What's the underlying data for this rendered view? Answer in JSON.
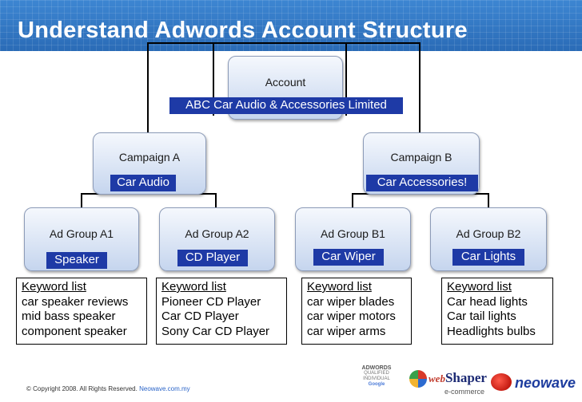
{
  "slide": {
    "title": "Understand Adwords Account Structure"
  },
  "account": {
    "label": "Account",
    "tag": "ABC Car Audio & Accessories Limited"
  },
  "campaigns": [
    {
      "label": "Campaign A",
      "tag": "Car Audio",
      "ad_groups": [
        {
          "label": "Ad Group A1",
          "tag": "Speaker",
          "keyword_title": "Keyword list",
          "keywords": [
            "car speaker reviews",
            "mid bass speaker",
            "component speaker"
          ]
        },
        {
          "label": "Ad Group A2",
          "tag": "CD Player",
          "keyword_title": "Keyword list",
          "keywords": [
            "Pioneer CD Player",
            "Car CD Player",
            "Sony Car CD Player"
          ]
        }
      ]
    },
    {
      "label": "Campaign B",
      "tag": "Car Accessories!",
      "ad_groups": [
        {
          "label": "Ad Group B1",
          "tag": "Car Wiper",
          "keyword_title": "Keyword list",
          "keywords": [
            "car wiper blades",
            "car wiper motors",
            "car wiper arms"
          ]
        },
        {
          "label": "Ad Group B2",
          "tag": "Car Lights",
          "keyword_title": "Keyword list",
          "keywords": [
            "Car head lights",
            "Car tail lights",
            "Headlights bulbs"
          ]
        }
      ]
    }
  ],
  "footer": {
    "copyright": "© Copyright  2008. All Rights Reserved.",
    "link": "Neowave.com.my"
  },
  "logos": {
    "adwords": {
      "head": "ADWORDS",
      "line1": "QUALIFIED",
      "line2": "INDIVIDUAL",
      "google": "Google"
    },
    "webshaper": {
      "prefix": "web",
      "name": "Shaper",
      "sub": "e-commerce"
    },
    "neowave": {
      "name": "neowave"
    }
  },
  "colors": {
    "header_blue": "#2f74c0",
    "tag_blue": "#1e3aa6",
    "node_fill_light": "#f5f8fd",
    "node_fill_dark": "#c5d5ee"
  }
}
